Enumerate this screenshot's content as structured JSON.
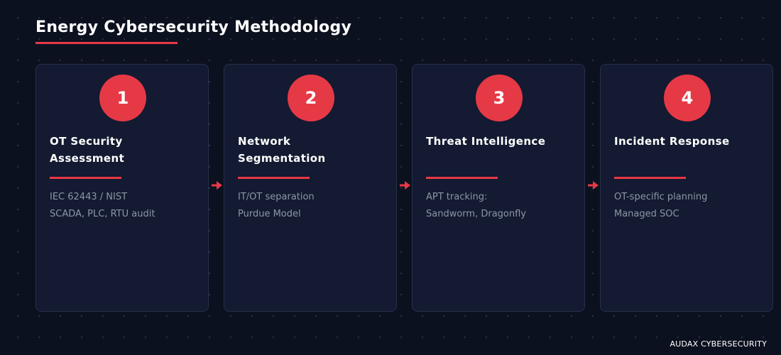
{
  "title": "Energy Cybersecurity Methodology",
  "colors": {
    "background": "#0c1120",
    "card": "#131a31",
    "card_border": "#263149",
    "accent": "#e63946",
    "detail_text": "#8e96a6"
  },
  "steps": [
    {
      "number": "1",
      "title": "OT Security Assessment",
      "details": [
        "IEC 62443 / NIST",
        "SCADA, PLC, RTU audit"
      ]
    },
    {
      "number": "2",
      "title": "Network Segmentation",
      "details": [
        "IT/OT separation",
        "Purdue Model"
      ]
    },
    {
      "number": "3",
      "title": "Threat Intelligence",
      "details": [
        "APT tracking:",
        "Sandworm, Dragonfly"
      ]
    },
    {
      "number": "4",
      "title": "Incident Response",
      "details": [
        "OT-specific planning",
        "Managed SOC"
      ]
    }
  ],
  "connector_icon": "arrow-right-icon",
  "footer": "AUDAX CYBERSECURITY"
}
